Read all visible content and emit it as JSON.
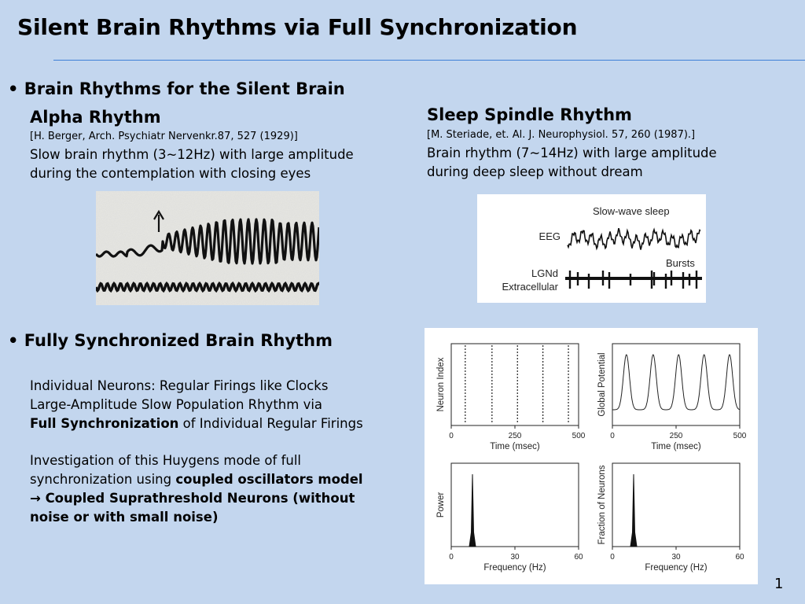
{
  "title": "Silent Brain Rhythms via Full Synchronization",
  "section1": {
    "bullet": "•",
    "heading": "Brain Rhythms for the Silent Brain",
    "alpha": {
      "heading": "Alpha Rhythm",
      "ref": "[H. Berger, Arch. Psychiatr Nervenkr.87, 527 (1929)]",
      "line1": "Slow brain rhythm (3~12Hz) with large amplitude",
      "line2": "during the contemplation with closing eyes"
    },
    "spindle": {
      "heading": "Sleep Spindle Rhythm",
      "ref": "[M. Steriade, et. Al. J. Neurophysiol. 57, 260 (1987).]",
      "line1": "Brain rhythm (7~14Hz) with large amplitude",
      "line2": "during deep sleep without dream",
      "figure": {
        "title": "Slow-wave sleep",
        "eeg_label": "EEG",
        "bursts_label": "Bursts",
        "lgnd_label1": "LGNd",
        "lgnd_label2": "Extracellular"
      }
    }
  },
  "section2": {
    "bullet": "•",
    "heading": "Fully Synchronized Brain Rhythm",
    "p1_line1": "Individual Neurons: Regular Firings like Clocks",
    "p1_line2": "Large-Amplitude Slow Population Rhythm via",
    "p1_line3_bold": "Full Synchronization",
    "p1_line3_rest": " of Individual Regular Firings",
    "p2_line1": "Investigation of this Huygens mode of full",
    "p2_line2_normal": "synchronization using ",
    "p2_line2_bold": "coupled oscillators model",
    "p2_line3_arrow": "→",
    "p2_line3_bold": " Coupled Suprathreshold Neurons (without",
    "p2_line4_bold": "noise or with small noise)"
  },
  "page_number": "1",
  "chart_data": [
    {
      "type": "scatter",
      "ylabel": "Neuron Index",
      "xlabel": "Time (msec)",
      "xlim": [
        0,
        500
      ],
      "xticks": [
        "0",
        "250",
        "500"
      ],
      "spike_times": [
        55,
        160,
        260,
        360,
        460
      ]
    },
    {
      "type": "line",
      "ylabel": "Global Potential",
      "xlabel": "Time (msec)",
      "xlim": [
        0,
        500
      ],
      "xticks": [
        "0",
        "250",
        "500"
      ],
      "peak_times": [
        55,
        160,
        260,
        360,
        460
      ]
    },
    {
      "type": "area",
      "ylabel": "Power",
      "xlabel": "Frequency (Hz)",
      "xlim": [
        0,
        60
      ],
      "xticks": [
        "0",
        "30",
        "60"
      ],
      "peak_frequency": 10
    },
    {
      "type": "bar",
      "ylabel": "Fraction of Neurons",
      "xlabel": "Frequency (Hz)",
      "xlim": [
        0,
        60
      ],
      "xticks": [
        "0",
        "30",
        "60"
      ],
      "peak_frequency": 10
    }
  ],
  "colors": {
    "background": "#c3d6ee",
    "rule": "#3f7fd6"
  }
}
